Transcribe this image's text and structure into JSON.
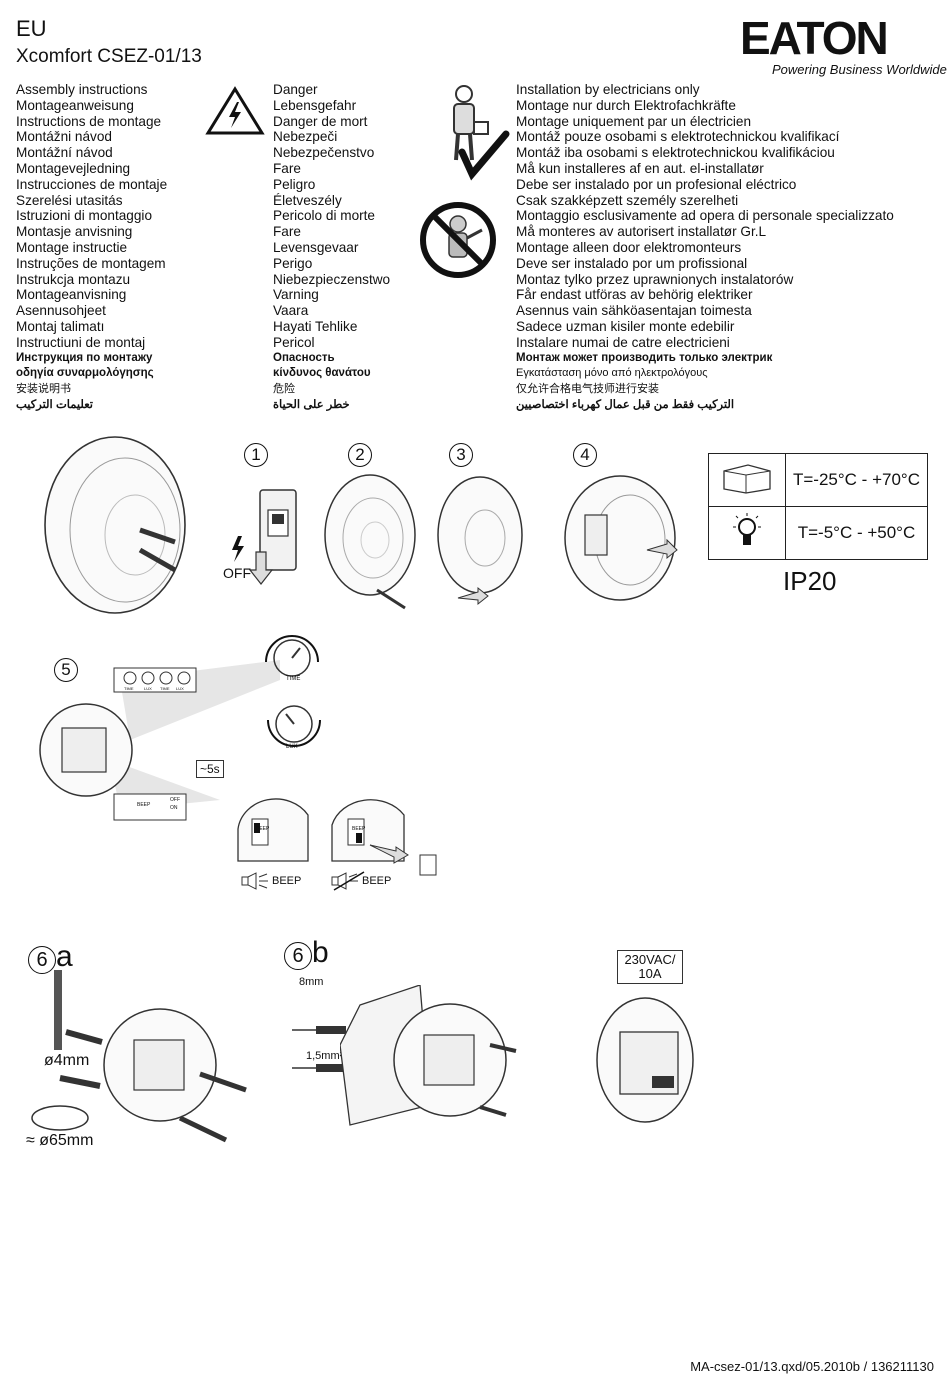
{
  "header": {
    "region": "EU",
    "product": "Xcomfort CSEZ-01/13",
    "brand": "EATON",
    "tagline": "Powering Business Worldwide"
  },
  "columns": {
    "assembly": [
      "Assembly instructions",
      "Montageanweisung",
      "Instructions de montage",
      "Montážni návod",
      "Montážní návod",
      "Montagevejledning",
      "Instrucciones de montaje",
      "Szerelési utasitás",
      "Istruzioni di montaggio",
      "Montasje anvisning",
      "Montage instructie",
      "Instruções de montagem",
      "Instrukcja montazu",
      "Montageanvisning",
      "Asennusohjeet",
      "Montaj talimatı",
      "Instructiuni de montaj",
      "Инструкция по монтажу",
      "οδηγία συναρμολόγησης",
      "安装说明书",
      "تعليمات التركيب"
    ],
    "danger": [
      "Danger",
      "Lebensgefahr",
      "Danger de mort",
      "Nebezpeči",
      "Nebezpečenstvo",
      "Fare",
      "Peligro",
      "Életveszély",
      "Pericolo di morte",
      "Fare",
      "Levensgevaar",
      "Perigo",
      "Niebezpieczenstwo",
      "Varning",
      "Vaara",
      "Hayati Tehlike",
      "Pericol",
      "Опасность",
      "κίνδυνος θανάτου",
      "危险",
      "خطر على الحياة"
    ],
    "install": [
      "Installation by electricians only",
      "Montage nur durch Elektrofachkräfte",
      "Montage uniquement par un électricien",
      "Montáž pouze osobami s elektrotechnickou kvalifikací",
      "Montáž iba osobami s elektrotechnickou kvalifikáciou",
      "Må kun installeres af en aut. el-installatør",
      "Debe ser instalado por un profesional eléctrico",
      "Csak szakképzett személy szerelheti",
      "Montaggio esclusivamente ad opera di personale specializzato",
      "Må monteres av autorisert installatør Gr.L",
      "Montage alleen door elektromonteurs",
      "Deve ser instalado por um profissional",
      "Montaz tylko przez uprawnionych instalatorów",
      "Får endast utföras av behörig elektriker",
      "Asennus vain sähköasentajan toimesta",
      "Sadece uzman kisiler monte edebilir",
      "Instalare numai de catre electricieni",
      "Монтаж может производить только электрик",
      "Εγκατάσταση μόνο από ηλεκτρολόγους",
      "仅允许合格电气技师进行安装",
      "التركيب فقط من قبل عمال كهرباء اختصاصيين"
    ]
  },
  "steps": {
    "s1": "1",
    "s2": "2",
    "s3": "3",
    "s4": "4",
    "s5": "5",
    "s6a": "6",
    "s6a_suffix": "a",
    "s6b": "6",
    "s6b_suffix": "b"
  },
  "labels": {
    "off": "OFF",
    "time": "TIME",
    "lux": "LUX",
    "tiny_time": "TIME",
    "tiny_lux": "LUX",
    "tiny_time2": "TIME",
    "tiny_lux2": "LUX",
    "five_s": "~5s",
    "beep": "BEEP",
    "beep2": "BEEP",
    "beep3": "BEEP",
    "beep_small": "BEEP",
    "off_small": "OFF",
    "on_small": "ON",
    "drill": "ø4mm",
    "hole": "≈ ø65mm",
    "strip": "8mm",
    "wire": "1,5mm²",
    "rating_line1": "230VAC/",
    "rating_line2": "10A"
  },
  "specs": {
    "storage_temp": "T=-25°C - +70°C",
    "operating_temp": "T=-5°C - +50°C",
    "ip": "IP20"
  },
  "footer": "MA-csez-01/13.qxd/05.2010b / 136211130"
}
